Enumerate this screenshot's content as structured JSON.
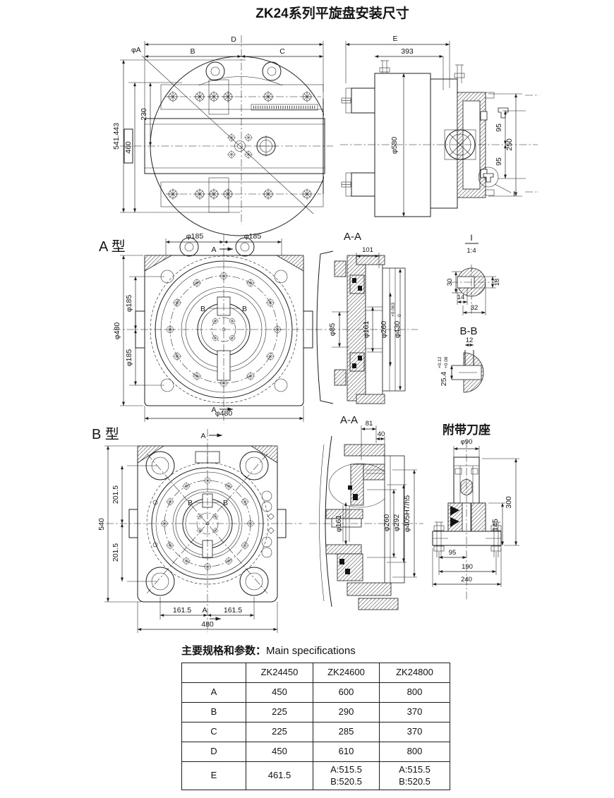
{
  "title": "ZK24系列平旋盘安装尺寸",
  "front_view": {
    "dim_d": "D",
    "dim_b": "B",
    "dim_c": "C",
    "dim_phi_a": "φA",
    "dim_541": "541.443",
    "dim_460": "460",
    "dim_230": "230"
  },
  "side_view": {
    "dim_e": "E",
    "dim_393": "393",
    "dim_580": "φ580",
    "dim_95_top": "95",
    "dim_250": "250",
    "dim_95_bottom": "95",
    "detail_ref": "I"
  },
  "type_a": {
    "label": "A 型",
    "dim_185_top_left": "φ185",
    "dim_185_top_right": "φ185",
    "dim_480_left": "φ480",
    "dim_185_upper": "φ185",
    "dim_185_lower": "φ185",
    "dim_480_bottom": "φ480",
    "marker_a_top": "A",
    "marker_a_bottom": "A",
    "marker_b_left": "B",
    "marker_b_right": "B"
  },
  "section_aa1": {
    "title": "A-A",
    "dim_101": "101",
    "dim_85": "φ85",
    "dim_161": "φ161",
    "dim_260": "φ260",
    "dim_430": "φ430",
    "tol_430_upper": "+0.063",
    "tol_430_lower": "0"
  },
  "detail_i": {
    "title": "I",
    "scale": "1:4",
    "dim_30": "30",
    "dim_18": "18",
    "dim_14": "14",
    "dim_32": "32"
  },
  "section_bb": {
    "title": "B-B",
    "dim_12": "12",
    "dim_254": "25.4",
    "tol_254_upper": "+0.12",
    "tol_254_lower": "+0.08"
  },
  "type_b": {
    "label": "B 型",
    "dim_540": "540",
    "dim_2015_upper": "201.5",
    "dim_2015_lower": "201.5",
    "dim_1615_left": "161.5",
    "dim_1615_right": "161.5",
    "dim_480": "480",
    "marker_a_top": "A",
    "marker_a_bottom": "A",
    "marker_b_left": "B",
    "marker_b_right": "B"
  },
  "section_aa2": {
    "title": "A-A",
    "dim_81": "81",
    "dim_40": "40",
    "dim_161": "φ161",
    "dim_260": "φ260",
    "dim_292": "φ292",
    "dim_405": "φ405H7/h5"
  },
  "tool_holder": {
    "title": "附带刀座",
    "dim_90": "φ90",
    "dim_300": "300",
    "dim_145": "145",
    "dim_95": "95",
    "dim_190": "190",
    "dim_240": "240"
  },
  "table": {
    "caption_zh": "主要规格和参数：",
    "caption_en": "Main specifications",
    "columns": [
      "",
      "ZK24450",
      "ZK24600",
      "ZK24800"
    ],
    "rows": [
      {
        "param": "A",
        "values": [
          "450",
          "600",
          "800"
        ]
      },
      {
        "param": "B",
        "values": [
          "225",
          "290",
          "370"
        ]
      },
      {
        "param": "C",
        "values": [
          "225",
          "285",
          "370"
        ]
      },
      {
        "param": "D",
        "values": [
          "450",
          "610",
          "800"
        ]
      },
      {
        "param": "E",
        "values": [
          "461.5",
          "A:515.5\nB:520.5",
          "A:515.5\nB:520.5"
        ]
      }
    ]
  }
}
